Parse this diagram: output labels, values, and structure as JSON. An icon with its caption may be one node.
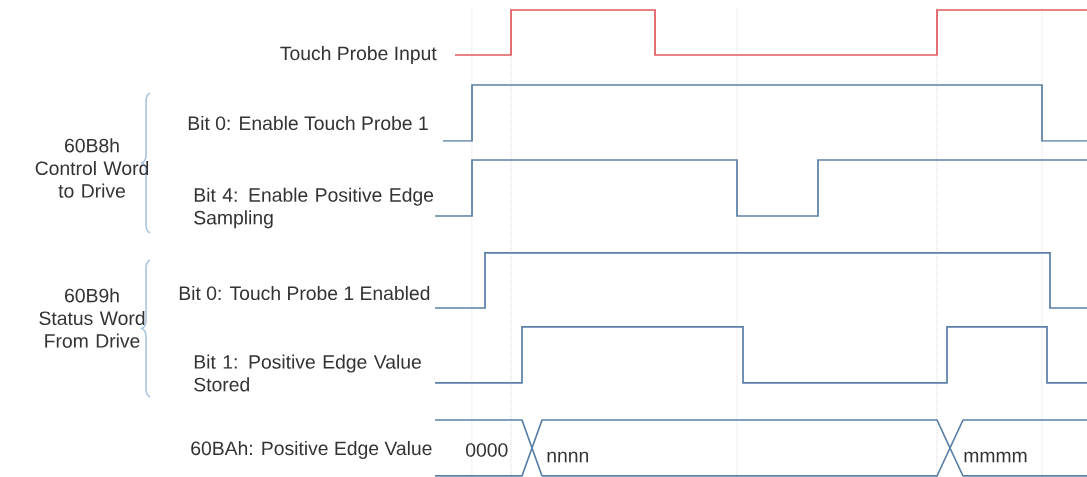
{
  "diagram": {
    "labels": [
      "Touch Probe Input",
      "60B8h Control Word to Drive",
      "Bit 0: Enable Touch Probe 1",
      "Bit 4: Enable Positive Edge Sampling",
      "60B9h Status Word From Drive",
      "Bit 0: Touch Probe 1 Enabled",
      "Bit 1: Positive Edge Value Stored",
      "60BAh: Positive Edge Value",
      "0000",
      "nnnn",
      "mmmm"
    ]
  }
}
